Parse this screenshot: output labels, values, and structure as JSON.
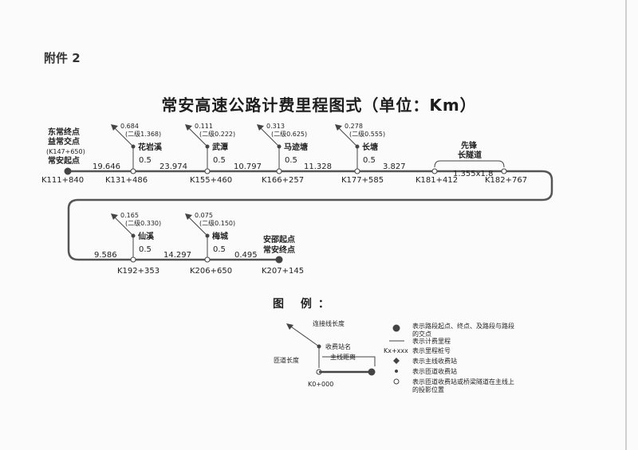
{
  "attachment_label": "附件 2",
  "title": "常安高速公路计费里程图式（单位：Km）",
  "start_point": {
    "line1": "东常终点",
    "line2": "益常交点",
    "line3": "(K147+650)",
    "line4": "常安起点"
  },
  "end_point": {
    "line1": "安邵起点",
    "line2": "常安终点"
  },
  "tunnel": {
    "name1": "先锋",
    "name2": "长隧道",
    "length": "1.355x1.8"
  },
  "row1_stakes": [
    "K111+840",
    "K131+486",
    "K155+460",
    "K166+257",
    "K177+585",
    "K181+412",
    "K182+767"
  ],
  "row1_segments": [
    "19.646",
    "23.974",
    "10.797",
    "11.328",
    "3.827"
  ],
  "row2_stakes": [
    "K192+353",
    "K206+650",
    "K207+145"
  ],
  "row2_segments": [
    "9.586",
    "14.297",
    "0.495"
  ],
  "stations": [
    {
      "name": "花岩溪",
      "link": "0.684",
      "link2": "(二级1.368)",
      "ramp": "0.5"
    },
    {
      "name": "武潭",
      "link": "0.111",
      "link2": "(二级0.222)",
      "ramp": "0.5"
    },
    {
      "name": "马迹塘",
      "link": "0.313",
      "link2": "(二级0.625)",
      "ramp": "0.5"
    },
    {
      "name": "长塘",
      "link": "0.278",
      "link2": "(二级0.555)",
      "ramp": "0.5"
    },
    {
      "name": "仙溪",
      "link": "0.165",
      "link2": "(二级0.330)",
      "ramp": "0.5"
    },
    {
      "name": "梅城",
      "link": "0.075",
      "link2": "(二级0.150)",
      "ramp": "0.5"
    }
  ],
  "legend": {
    "title": "图 例：",
    "link_length": "连接线长度",
    "station_name": "收费站名",
    "mainline_dist": "主线距离",
    "ramp_length": "匝道长度",
    "k0": "K0+000",
    "items": [
      {
        "symbol": "large-dot",
        "text1": "表示路段起点、终点、及路段与路段",
        "text2": "的交点"
      },
      {
        "symbol": "line",
        "text1": "表示计费里程"
      },
      {
        "symbol": "Kx+xxx",
        "text1": "表示里程桩号"
      },
      {
        "symbol": "diamond",
        "text1": "表示主线收费站"
      },
      {
        "symbol": "small-dot",
        "text1": "表示匝道收费站"
      },
      {
        "symbol": "circle",
        "text1": "表示匝道收费站或桥梁隧道在主线上",
        "text2": "的投影位置"
      }
    ]
  }
}
